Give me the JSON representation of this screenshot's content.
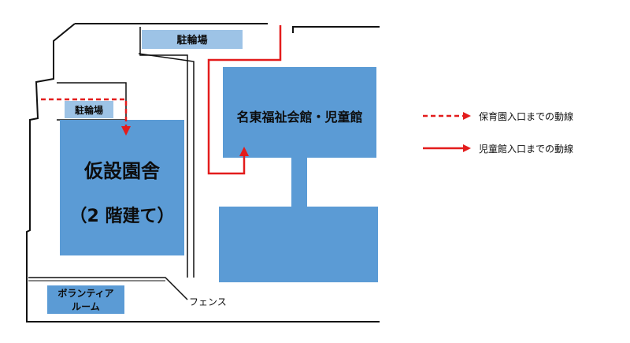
{
  "labels": {
    "bicycle_parking_top": "駐輪場",
    "bicycle_parking_left": "駐輪場",
    "temporary_building_line1": "仮設園舎",
    "temporary_building_line2": "（2 階建て）",
    "community_center": "名東福祉会館・児童館",
    "volunteer_room_line1": "ボランティア",
    "volunteer_room_line2": "ルーム",
    "fence": "フェンス"
  },
  "legend": [
    {
      "text": "保育園入口までの動線",
      "style": "dashed",
      "color": "#e31c1c"
    },
    {
      "text": "児童館入口までの動線",
      "style": "solid",
      "color": "#e31c1c"
    }
  ],
  "colors": {
    "building": "#5b9bd5",
    "parking": "#9dc3e6",
    "route": "#e31c1c",
    "wall": "#111111"
  }
}
